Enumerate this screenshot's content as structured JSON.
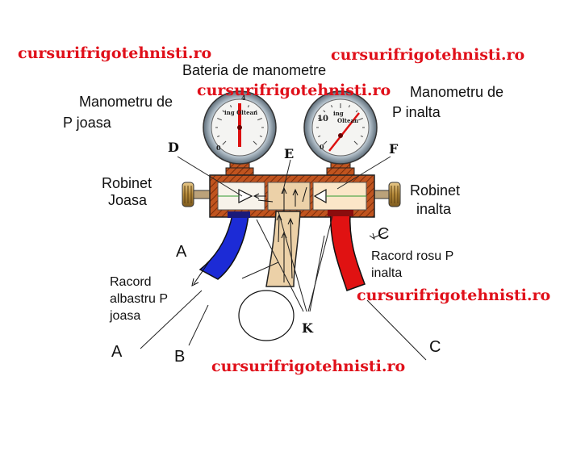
{
  "watermarks": [
    "cursurifrigotehnisti.ro",
    "cursurifrigotehnisti.ro",
    "cursurifrigotehnisti.ro",
    "cursurifrigotehnisti.ro",
    "cursurifrigotehnisti.ro"
  ],
  "labels": {
    "title": "Bateria de  manometre",
    "low_gauge_line1": "Manometru de",
    "low_gauge_line2": "P  joasa",
    "high_gauge_line1": "Manometru de",
    "high_gauge_line2": "P  inalta",
    "low_valve_line1": "Robinet",
    "low_valve_line2": "Joasa",
    "high_valve_line1": "Robinet",
    "high_valve_line2": "inalta",
    "blue_port_line1": "Racord",
    "blue_port_line2": "albastru P",
    "blue_port_line3": "joasa",
    "red_port_line1": "Racord rosu P",
    "red_port_line2": "inalta"
  },
  "letters": {
    "D": "D",
    "E": "E",
    "F": "F",
    "K": "K",
    "A_top": "A",
    "A_bottom": "A",
    "B": "B",
    "C_top": "C",
    "C_bottom": "C"
  },
  "gauges": {
    "low_number": "4",
    "low_author": "ing Oltean",
    "low_zero": "0",
    "high_number": "10",
    "high_author_line1": "ing",
    "high_author_line2": "Oltean",
    "high_zero": "0"
  },
  "colors": {
    "watermark": "#e0101a",
    "manifold_body": "#c0541f",
    "blue_hose": "#1c2bd6",
    "red_hose": "#e01212",
    "center_hose": "#ecd1a8",
    "gauge_bezel": "#8a9aa8"
  }
}
